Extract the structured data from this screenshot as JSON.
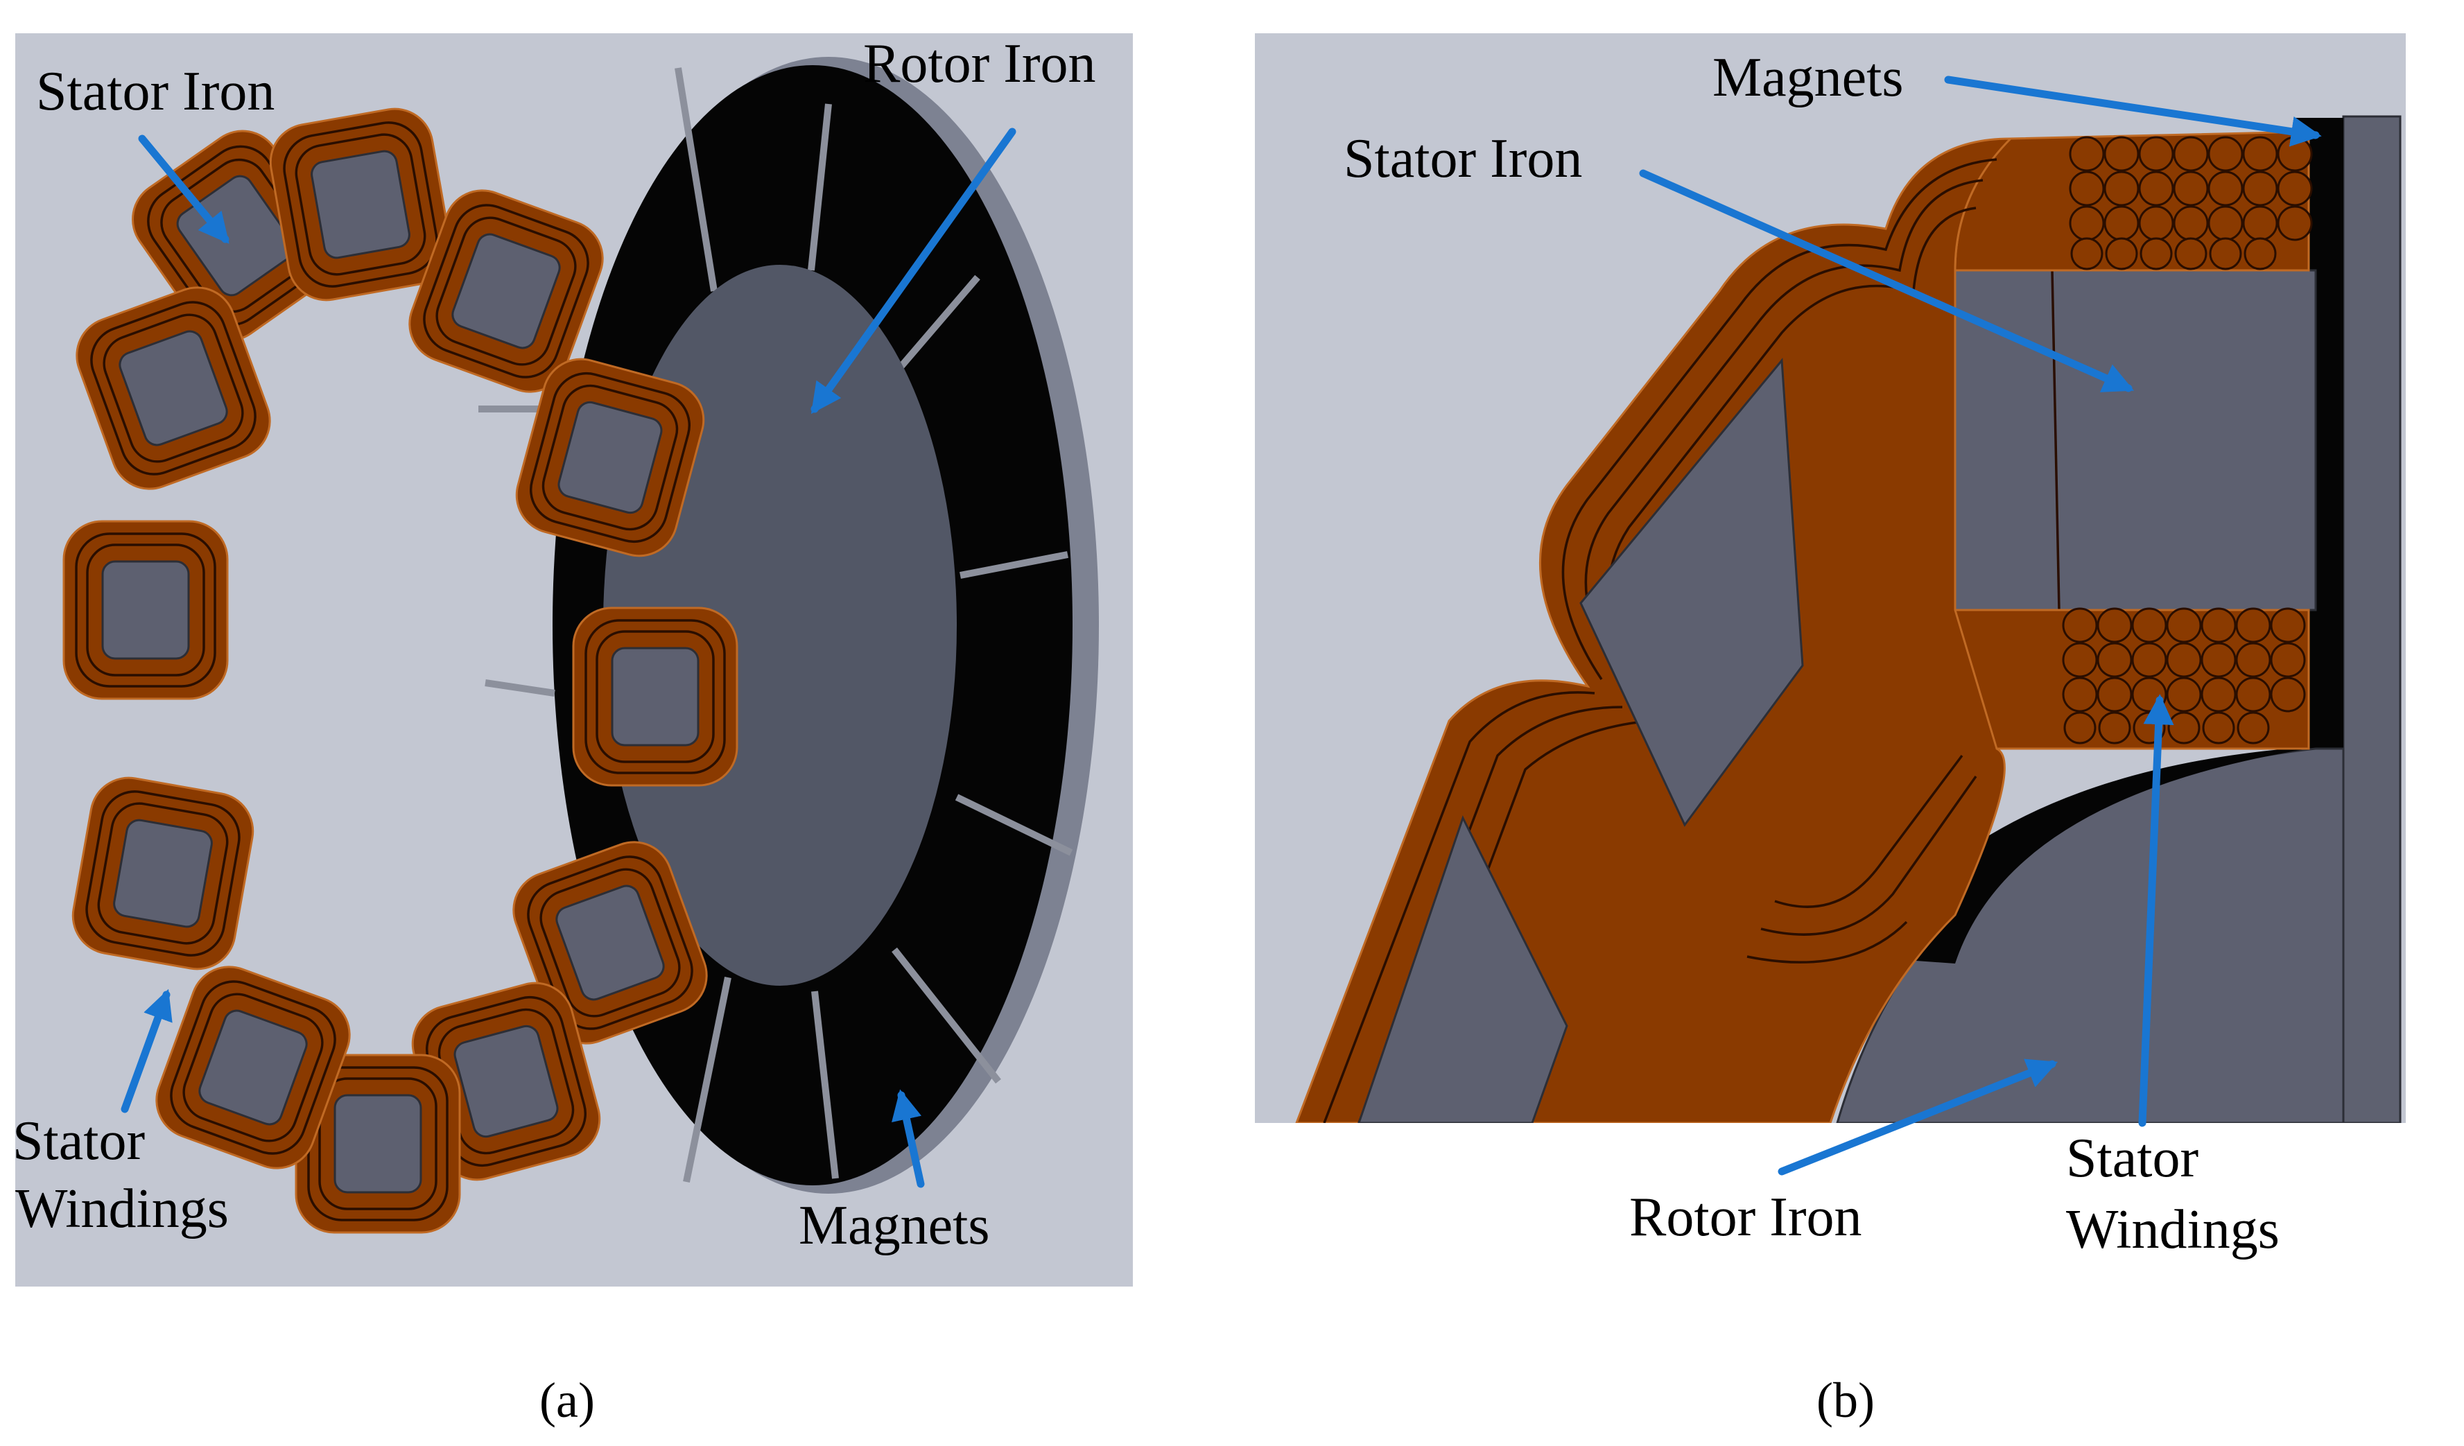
{
  "panel_a": {
    "labels": {
      "stator_iron": "Stator Iron",
      "rotor_iron": "Rotor Iron",
      "stator_windings_1": "Stator",
      "stator_windings_2": "Windings",
      "magnets": "Magnets"
    },
    "caption": "(a)"
  },
  "panel_b": {
    "labels": {
      "magnets": "Magnets",
      "stator_iron": "Stator Iron",
      "rotor_iron": "Rotor Iron",
      "stator_windings_1": "Stator",
      "stator_windings_2": "Windings"
    },
    "caption": "(b)"
  },
  "colors": {
    "background": "#c3c7d2",
    "copper": "#8a3a00",
    "iron": "#5d6070",
    "magnet": "#050505",
    "arrow": "#1976d2"
  }
}
